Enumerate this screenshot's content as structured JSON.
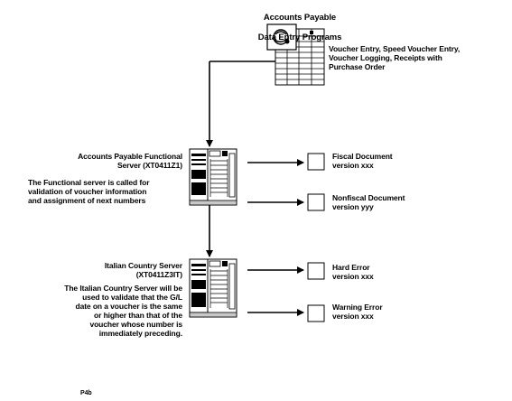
{
  "title": {
    "line1": "Accounts Payable",
    "line2": "Data Entry Programs"
  },
  "programs_text": "Voucher Entry, Speed Voucher Entry,\nVoucher Logging, Receipts with\nPurchase Order",
  "functional_server": {
    "name": "Accounts Payable Functional\nServer (XT0411Z1)",
    "description": "The Functional server is called for\nvalidation of voucher information\nand assignment of next numbers",
    "outputs": [
      {
        "label": "Fiscal Document\nversion xxx"
      },
      {
        "label": "Nonfiscal Document\nversion yyy"
      }
    ]
  },
  "country_server": {
    "name": "Italian Country Server\n(XT0411Z3IT)",
    "description": "The Italian Country Server will be\nused to validate that the G/L\ndate on a voucher is the same\nor higher than that of the\nvoucher whose number is\nimmediately preceding.",
    "outputs": [
      {
        "label": "Hard Error\nversion xxx"
      },
      {
        "label": "Warning Error\nversion xxx"
      }
    ]
  },
  "footer_code": "P4b"
}
